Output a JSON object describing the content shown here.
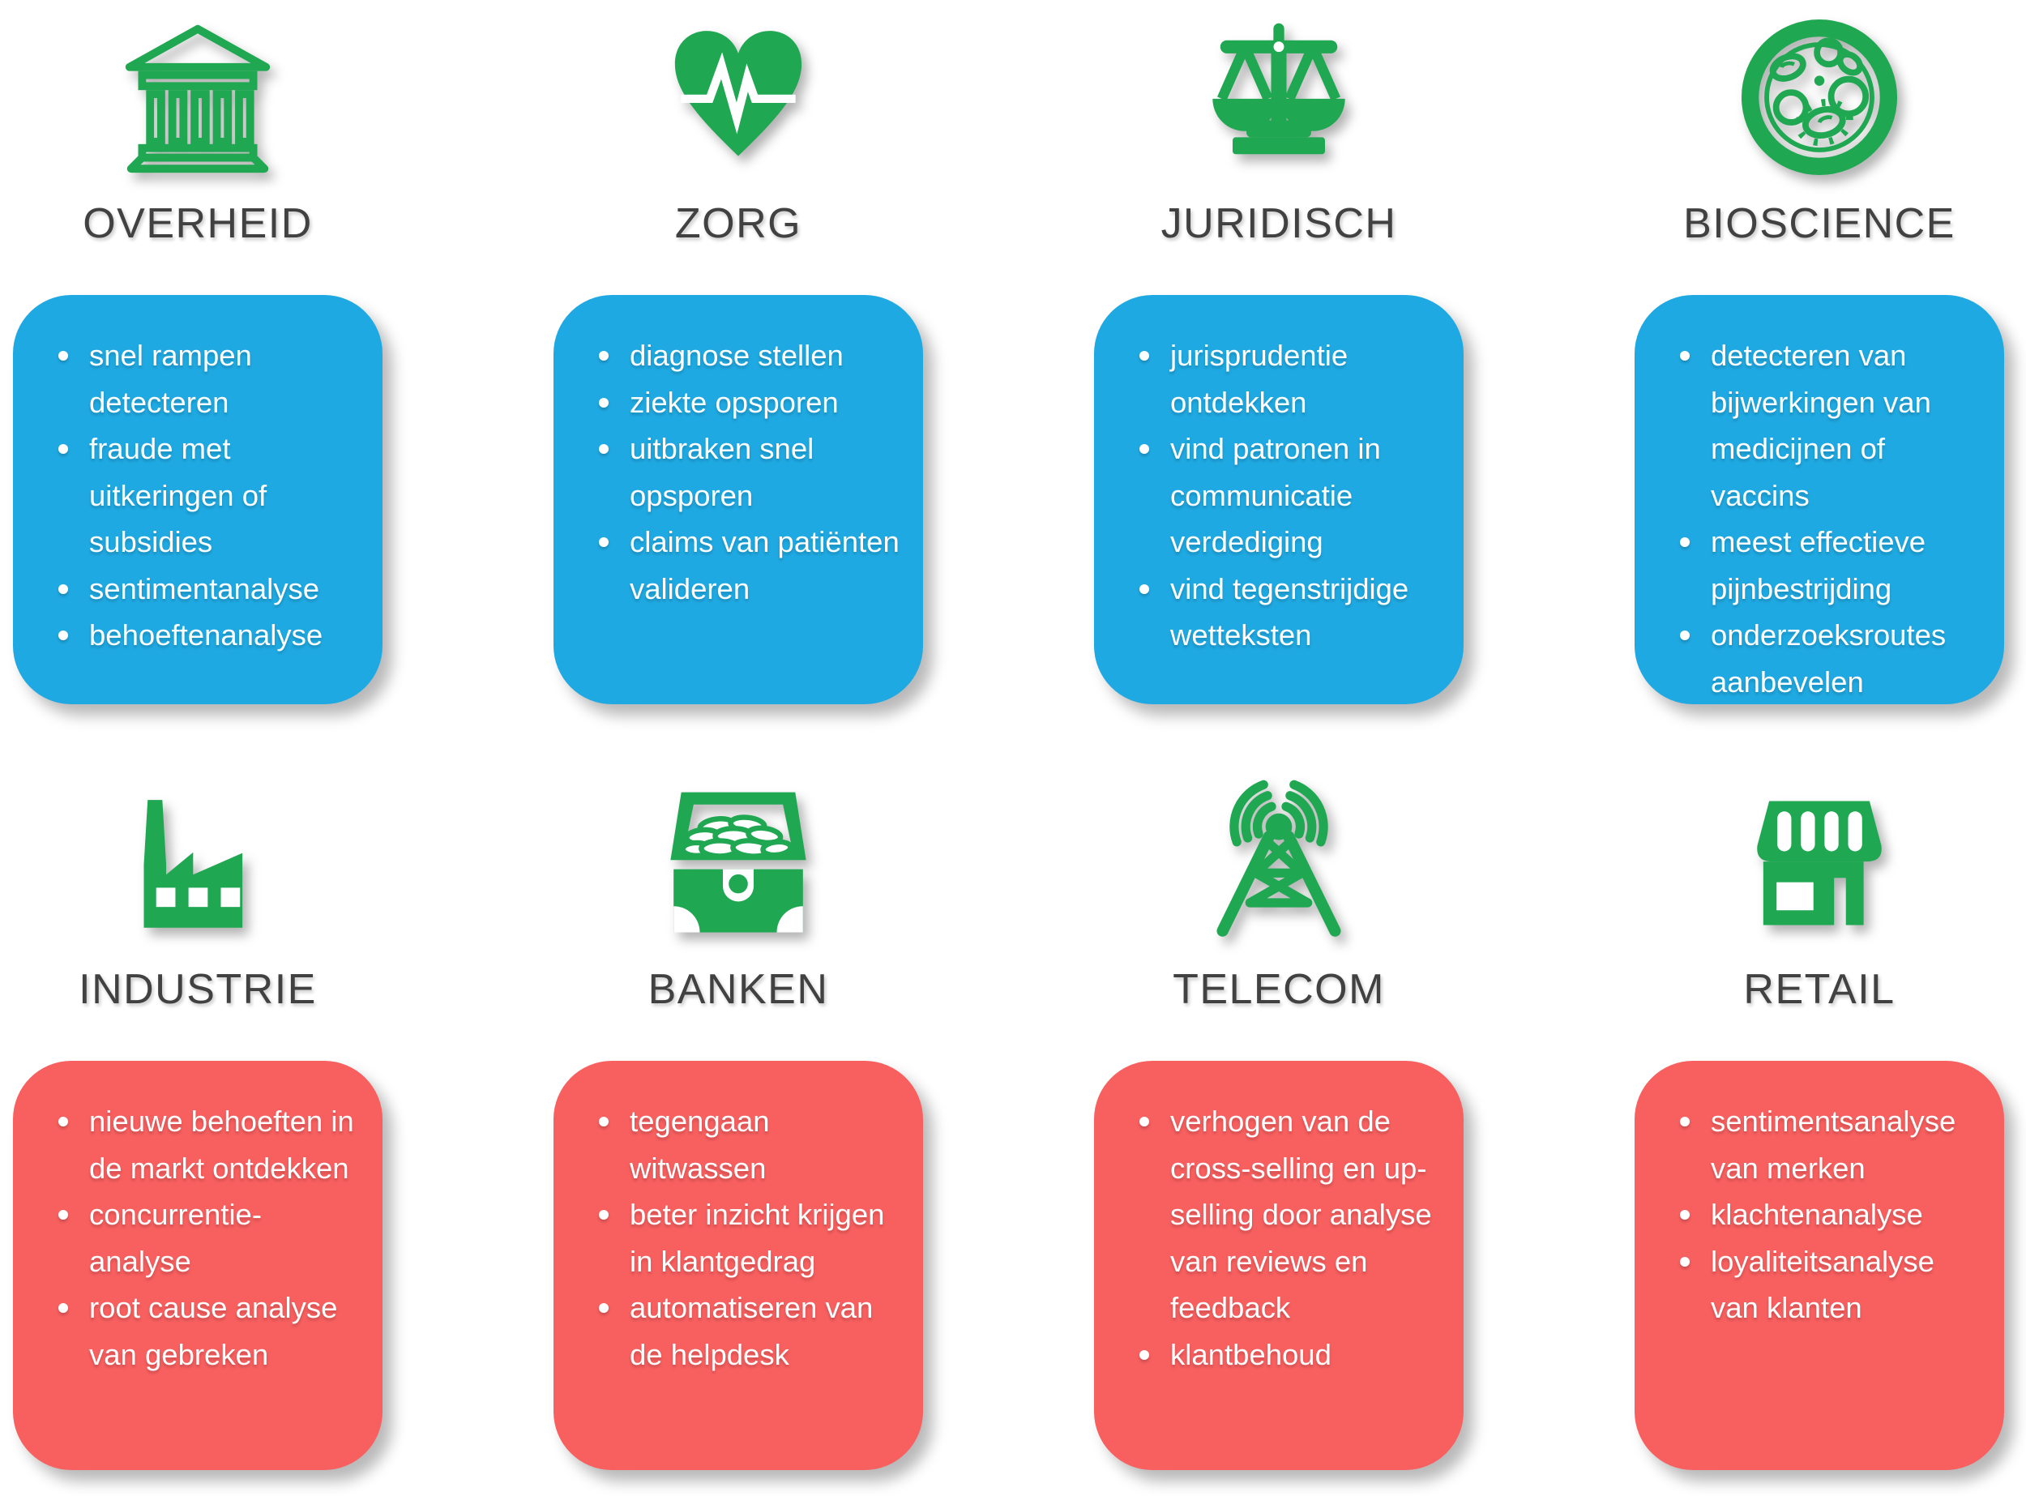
{
  "page": {
    "background": "#FFFFFF"
  },
  "colors": {
    "icon_green": "#1FA751",
    "card_blue": "#1FA9E2",
    "card_red": "#F85F5F",
    "title_text": "#414141",
    "card_text": "#FFFFFF"
  },
  "sections": [
    {
      "id": "overheid",
      "title": "OVERHEID",
      "icon": "government-building-icon",
      "card_color": "#1FA9E2",
      "bullets": [
        "snel rampen detecteren",
        "fraude met uitkeringen of subsidies",
        "sentimentanalyse",
        "behoeftenanalyse"
      ]
    },
    {
      "id": "zorg",
      "title": "ZORG",
      "icon": "heart-pulse-icon",
      "card_color": "#1FA9E2",
      "bullets": [
        "diagnose stellen",
        "ziekte opsporen",
        "uitbraken snel opsporen",
        "claims van patiënten valideren"
      ]
    },
    {
      "id": "juridisch",
      "title": "JURIDISCH",
      "icon": "scales-of-justice-icon",
      "card_color": "#1FA9E2",
      "bullets": [
        "jurisprudentie ontdekken",
        "vind patronen in communicatie verdediging",
        "vind tegenstrijdige wetteksten"
      ]
    },
    {
      "id": "bioscience",
      "title": "BIOSCIENCE",
      "icon": "petri-dish-icon",
      "card_color": "#1FA9E2",
      "bullets": [
        "detecteren van bijwerkingen van medicijnen of vaccins",
        "meest effectieve pijnbestrijding",
        "onderzoeksroutes aanbevelen"
      ]
    },
    {
      "id": "industrie",
      "title": "INDUSTRIE",
      "icon": "factory-icon",
      "card_color": "#F85F5F",
      "bullets": [
        "nieuwe behoeften in de markt ontdekken",
        "concurrentie-analyse",
        "root cause analyse van gebreken"
      ]
    },
    {
      "id": "banken",
      "title": "BANKEN",
      "icon": "treasure-chest-icon",
      "card_color": "#F85F5F",
      "bullets": [
        "tegengaan witwassen",
        "beter inzicht krijgen in klantgedrag",
        "automatiseren van de helpdesk"
      ]
    },
    {
      "id": "telecom",
      "title": "TELECOM",
      "icon": "radio-tower-icon",
      "card_color": "#F85F5F",
      "bullets": [
        "verhogen van de cross-selling en up-selling door analyse van reviews en feedback",
        "klantbehoud"
      ]
    },
    {
      "id": "retail",
      "title": "RETAIL",
      "icon": "storefront-icon",
      "card_color": "#F85F5F",
      "bullets": [
        "sentimentsanalyse van merken",
        "klachtenanalyse",
        "loyaliteitsanalyse van klanten"
      ]
    }
  ]
}
